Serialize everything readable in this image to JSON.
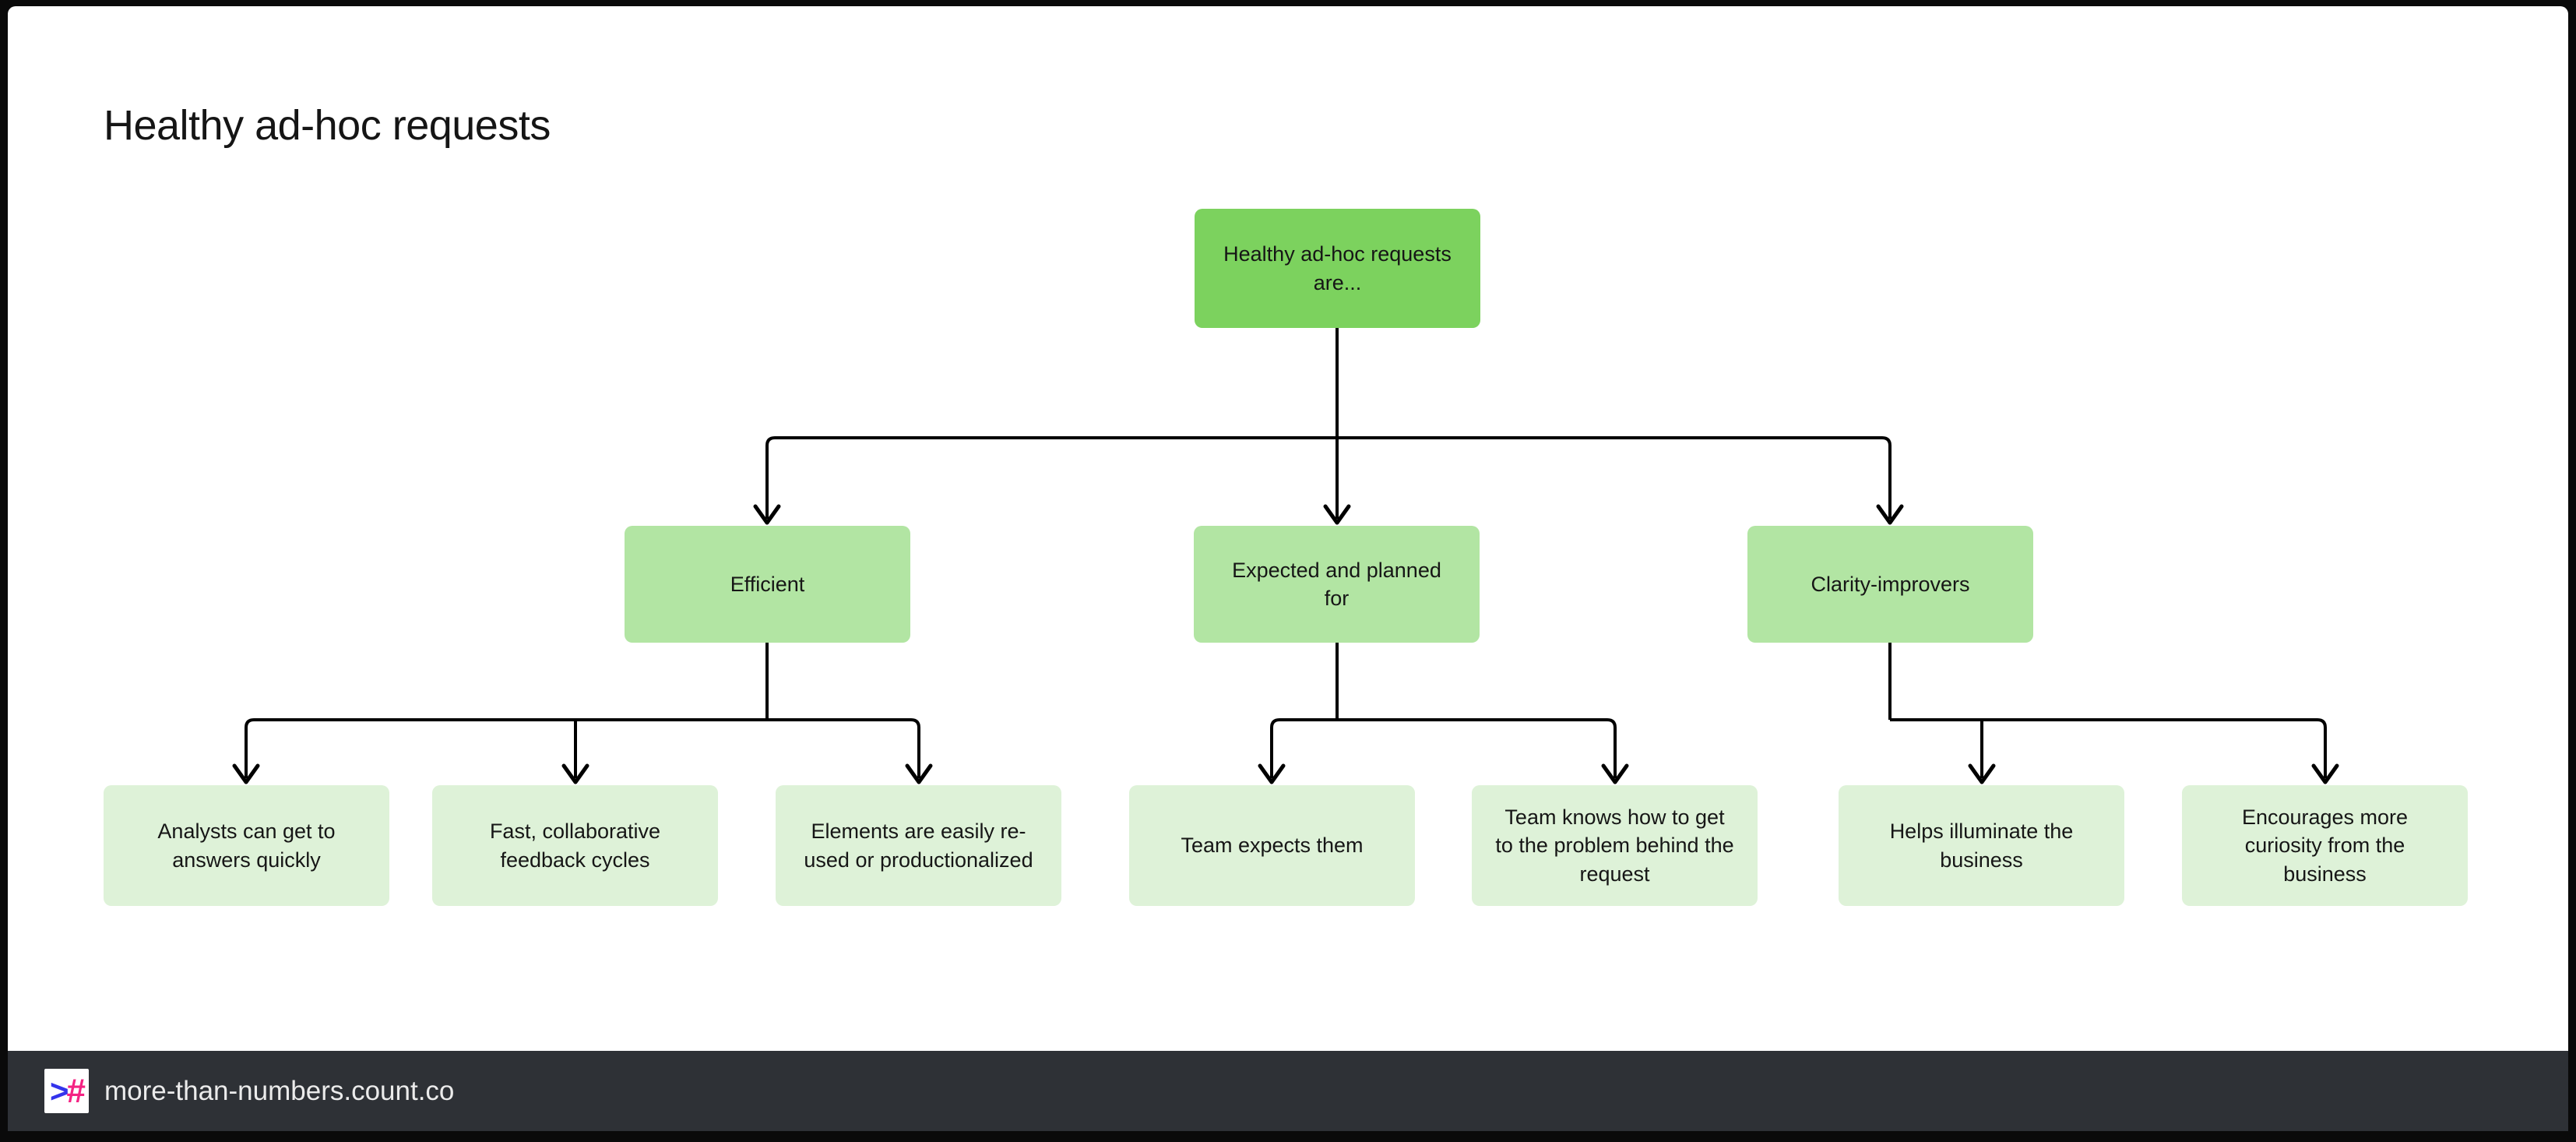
{
  "title": "Healthy ad-hoc requests",
  "diagram": {
    "root_label": "Healthy ad-hoc requests are...",
    "branches": [
      {
        "label": "Efficient",
        "children": [
          "Analysts can get to answers quickly",
          "Fast, collaborative feedback cycles",
          "Elements are easily re-used or productionalized"
        ]
      },
      {
        "label": "Expected and planned for",
        "children": [
          "Team expects them",
          "Team knows how to get to the problem behind the request"
        ]
      },
      {
        "label": "Clarity-improvers",
        "children": [
          "Helps illuminate the business",
          "Encourages more curiosity from the business"
        ]
      }
    ]
  },
  "footer": {
    "url": "more-than-numbers.count.co",
    "logo": {
      "chevron": ">",
      "hash": "#"
    }
  },
  "colors": {
    "root-green": "#7cd25e",
    "branch-green": "#b2e5a3",
    "leaf-green": "#def2d8",
    "footer-gray": "#2e3136",
    "logo-blue": "#3434ec",
    "logo-pink": "#f42383",
    "line-black": "#000000",
    "frame-black": "#0a0a0a"
  }
}
